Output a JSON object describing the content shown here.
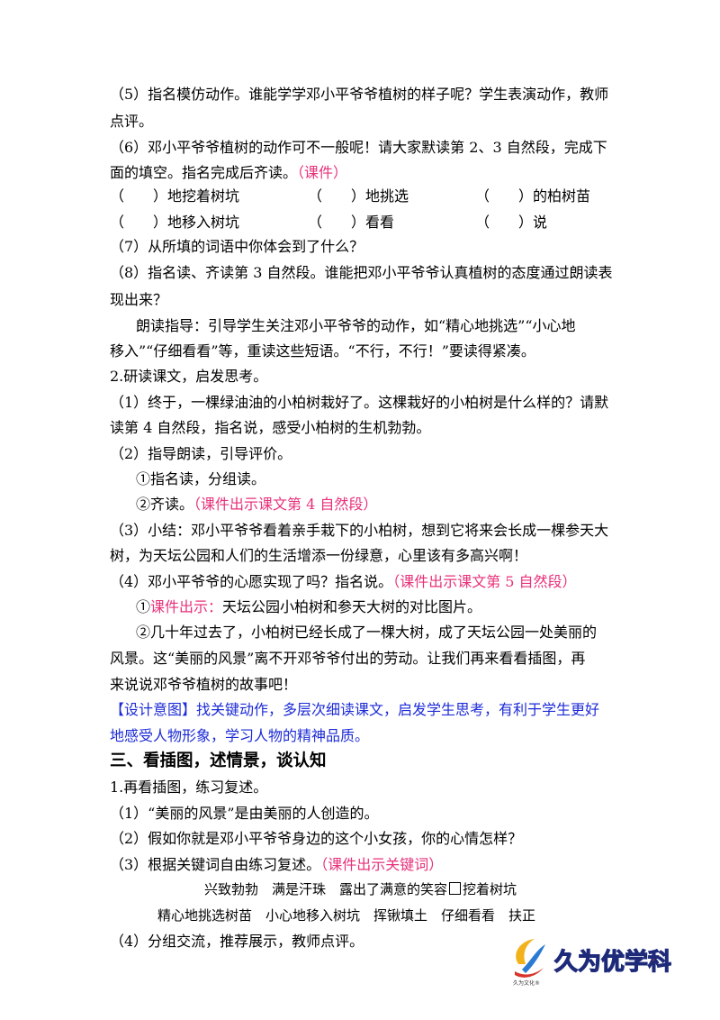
{
  "lines": {
    "l1": "（5）指名模仿动作。谁能学学邓小平爷爷植树的样子呢？学生表演动作，教师",
    "l2": "点评。",
    "l3": "（6）邓小平爷爷植树的动作可不一般呢！请大家默读第 2、3 自然段，完成下",
    "l4a": "面的填空。指名完成后齐读。",
    "l4b": "（课件）",
    "l7": "（7）从所填的词语中你体会到了什么？",
    "l8": "（8）指名读、齐读第 3 自然段。谁能把邓小平爷爷认真植树的态度通过朗读表",
    "l9": "现出来？",
    "l10": "朗读指导：引导学生关注邓小平爷爷的动作，如“精心地挑选”“小心地",
    "l11": "移入”“仔细看看”等，重读这些短语。“不行，不行！”要读得紧凑。",
    "l12": "2.研读课文，启发思考。",
    "l13": "（1）终于，一棵绿油油的小柏树栽好了。这棵栽好的小柏树是什么样的？请默",
    "l14": "读第 4 自然段，指名说，感受小柏树的生机勃勃。",
    "l15": "（2）指导朗读，引导评价。",
    "l16": "①指名读，分组读。",
    "l17a": "②齐读。",
    "l17b": "（课件出示课文第 4 自然段）",
    "l18": "（3）小结：邓小平爷爷看着亲手栽下的小柏树，想到它将来会长成一棵参天大",
    "l19": "树，为天坛公园和人们的生活增添一份绿意，心里该有多高兴啊！",
    "l20a": "（4）邓小平爷爷的心愿实现了吗？指名说。",
    "l20b": "（课件出示课文第 5 自然段）",
    "l21a": "①",
    "l21b": "课件出示：",
    "l21c": "天坛公园小柏树和参天大树的对比图片。",
    "l22": "②几十年过去了，小柏树已经长成了一棵大树，成了天坛公园一处美丽的",
    "l23": "风景。这“美丽的风景”离不开邓爷爷付出的劳动。让我们再来看看插图，再",
    "l24": "来说说邓爷爷植树的故事吧！",
    "l25": "【设计意图】找关键动作，多层次细读课文，启发学生思考，有利于学生更好",
    "l26": "地感受人物形象，学习人物的精神品质。",
    "heading": "三、看插图，述情景，谈认知",
    "l28": "1.再看插图，练习复述。",
    "l29": "（1）“美丽的风景”是由美丽的人创造的。",
    "l30": "（2）假如你就是邓小平爷爷身边的这个小女孩，你的心情怎样？",
    "l31a": "（3）根据关键词自由练习复述。",
    "l31b": "（课件出示关键词）",
    "l34": "（4）分组交流，推荐展示，教师点评。"
  },
  "fill_blanks": {
    "row1": [
      "（　　）地挖着树坑",
      "（　　）地挑选",
      "（　　）的柏树苗"
    ],
    "row2": [
      "（　　）地移入树坑",
      "（　　）看看",
      "（　　）说"
    ]
  },
  "keywords": {
    "row1a": "兴致勃勃　满是汗珠　露出了满意的笑容",
    "row1b": "挖着树坑",
    "row2": "精心地挑选树苗　小心地移入树坑　挥锹填土　仔细看看　扶正"
  },
  "logo": {
    "tagline": "久为文化®",
    "wordmark": "久为优学科"
  },
  "colors": {
    "pink": "#e8307a",
    "blue": "#1c2bd6"
  }
}
